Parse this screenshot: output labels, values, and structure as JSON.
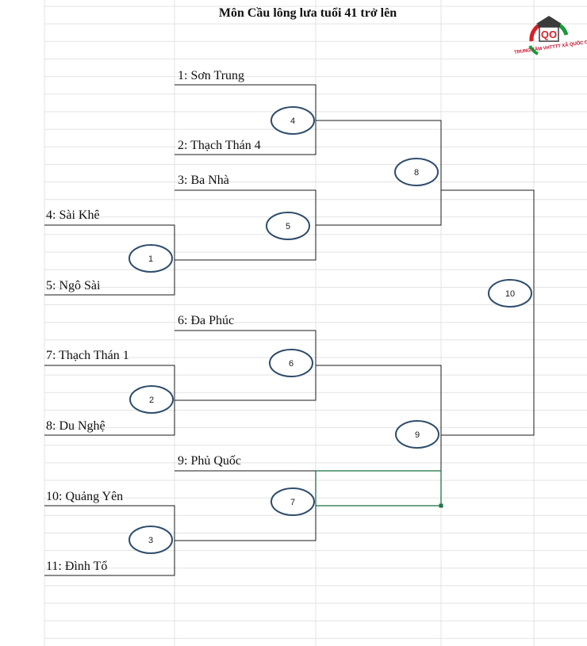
{
  "title": "Môn Cầu lông lưa tuổi 41 trở lên",
  "logo": {
    "mark": "QO",
    "caption": "TRUNG TÂM VHTTTT XÃ QUỐC OAI",
    "colors": {
      "red": "#d71f26",
      "green": "#1a9a3a",
      "dark": "#3a3a3a"
    }
  },
  "teams": [
    {
      "seed": 1,
      "label": "1: Sơn Trung"
    },
    {
      "seed": 2,
      "label": "2: Thạch Thán 4"
    },
    {
      "seed": 3,
      "label": "3: Ba Nhà"
    },
    {
      "seed": 4,
      "label": "4: Sài Khê"
    },
    {
      "seed": 5,
      "label": "5: Ngô Sài"
    },
    {
      "seed": 6,
      "label": "6: Đa Phúc"
    },
    {
      "seed": 7,
      "label": "7: Thạch Thán 1"
    },
    {
      "seed": 8,
      "label": "8: Du Nghệ"
    },
    {
      "seed": 9,
      "label": "9: Phủ Quốc"
    },
    {
      "seed": 10,
      "label": "10: Quảng Yên"
    },
    {
      "seed": 11,
      "label": "11: Đình Tổ"
    }
  ],
  "matches": [
    {
      "number": "1"
    },
    {
      "number": "2"
    },
    {
      "number": "3"
    },
    {
      "number": "4"
    },
    {
      "number": "5"
    },
    {
      "number": "6"
    },
    {
      "number": "7"
    },
    {
      "number": "8"
    },
    {
      "number": "9"
    },
    {
      "number": "10"
    }
  ],
  "colors": {
    "bracket": "#1a1a1a",
    "ellipse_stroke": "#2f4d6b",
    "selection": "#217346",
    "grid": "#e3e3e3"
  }
}
